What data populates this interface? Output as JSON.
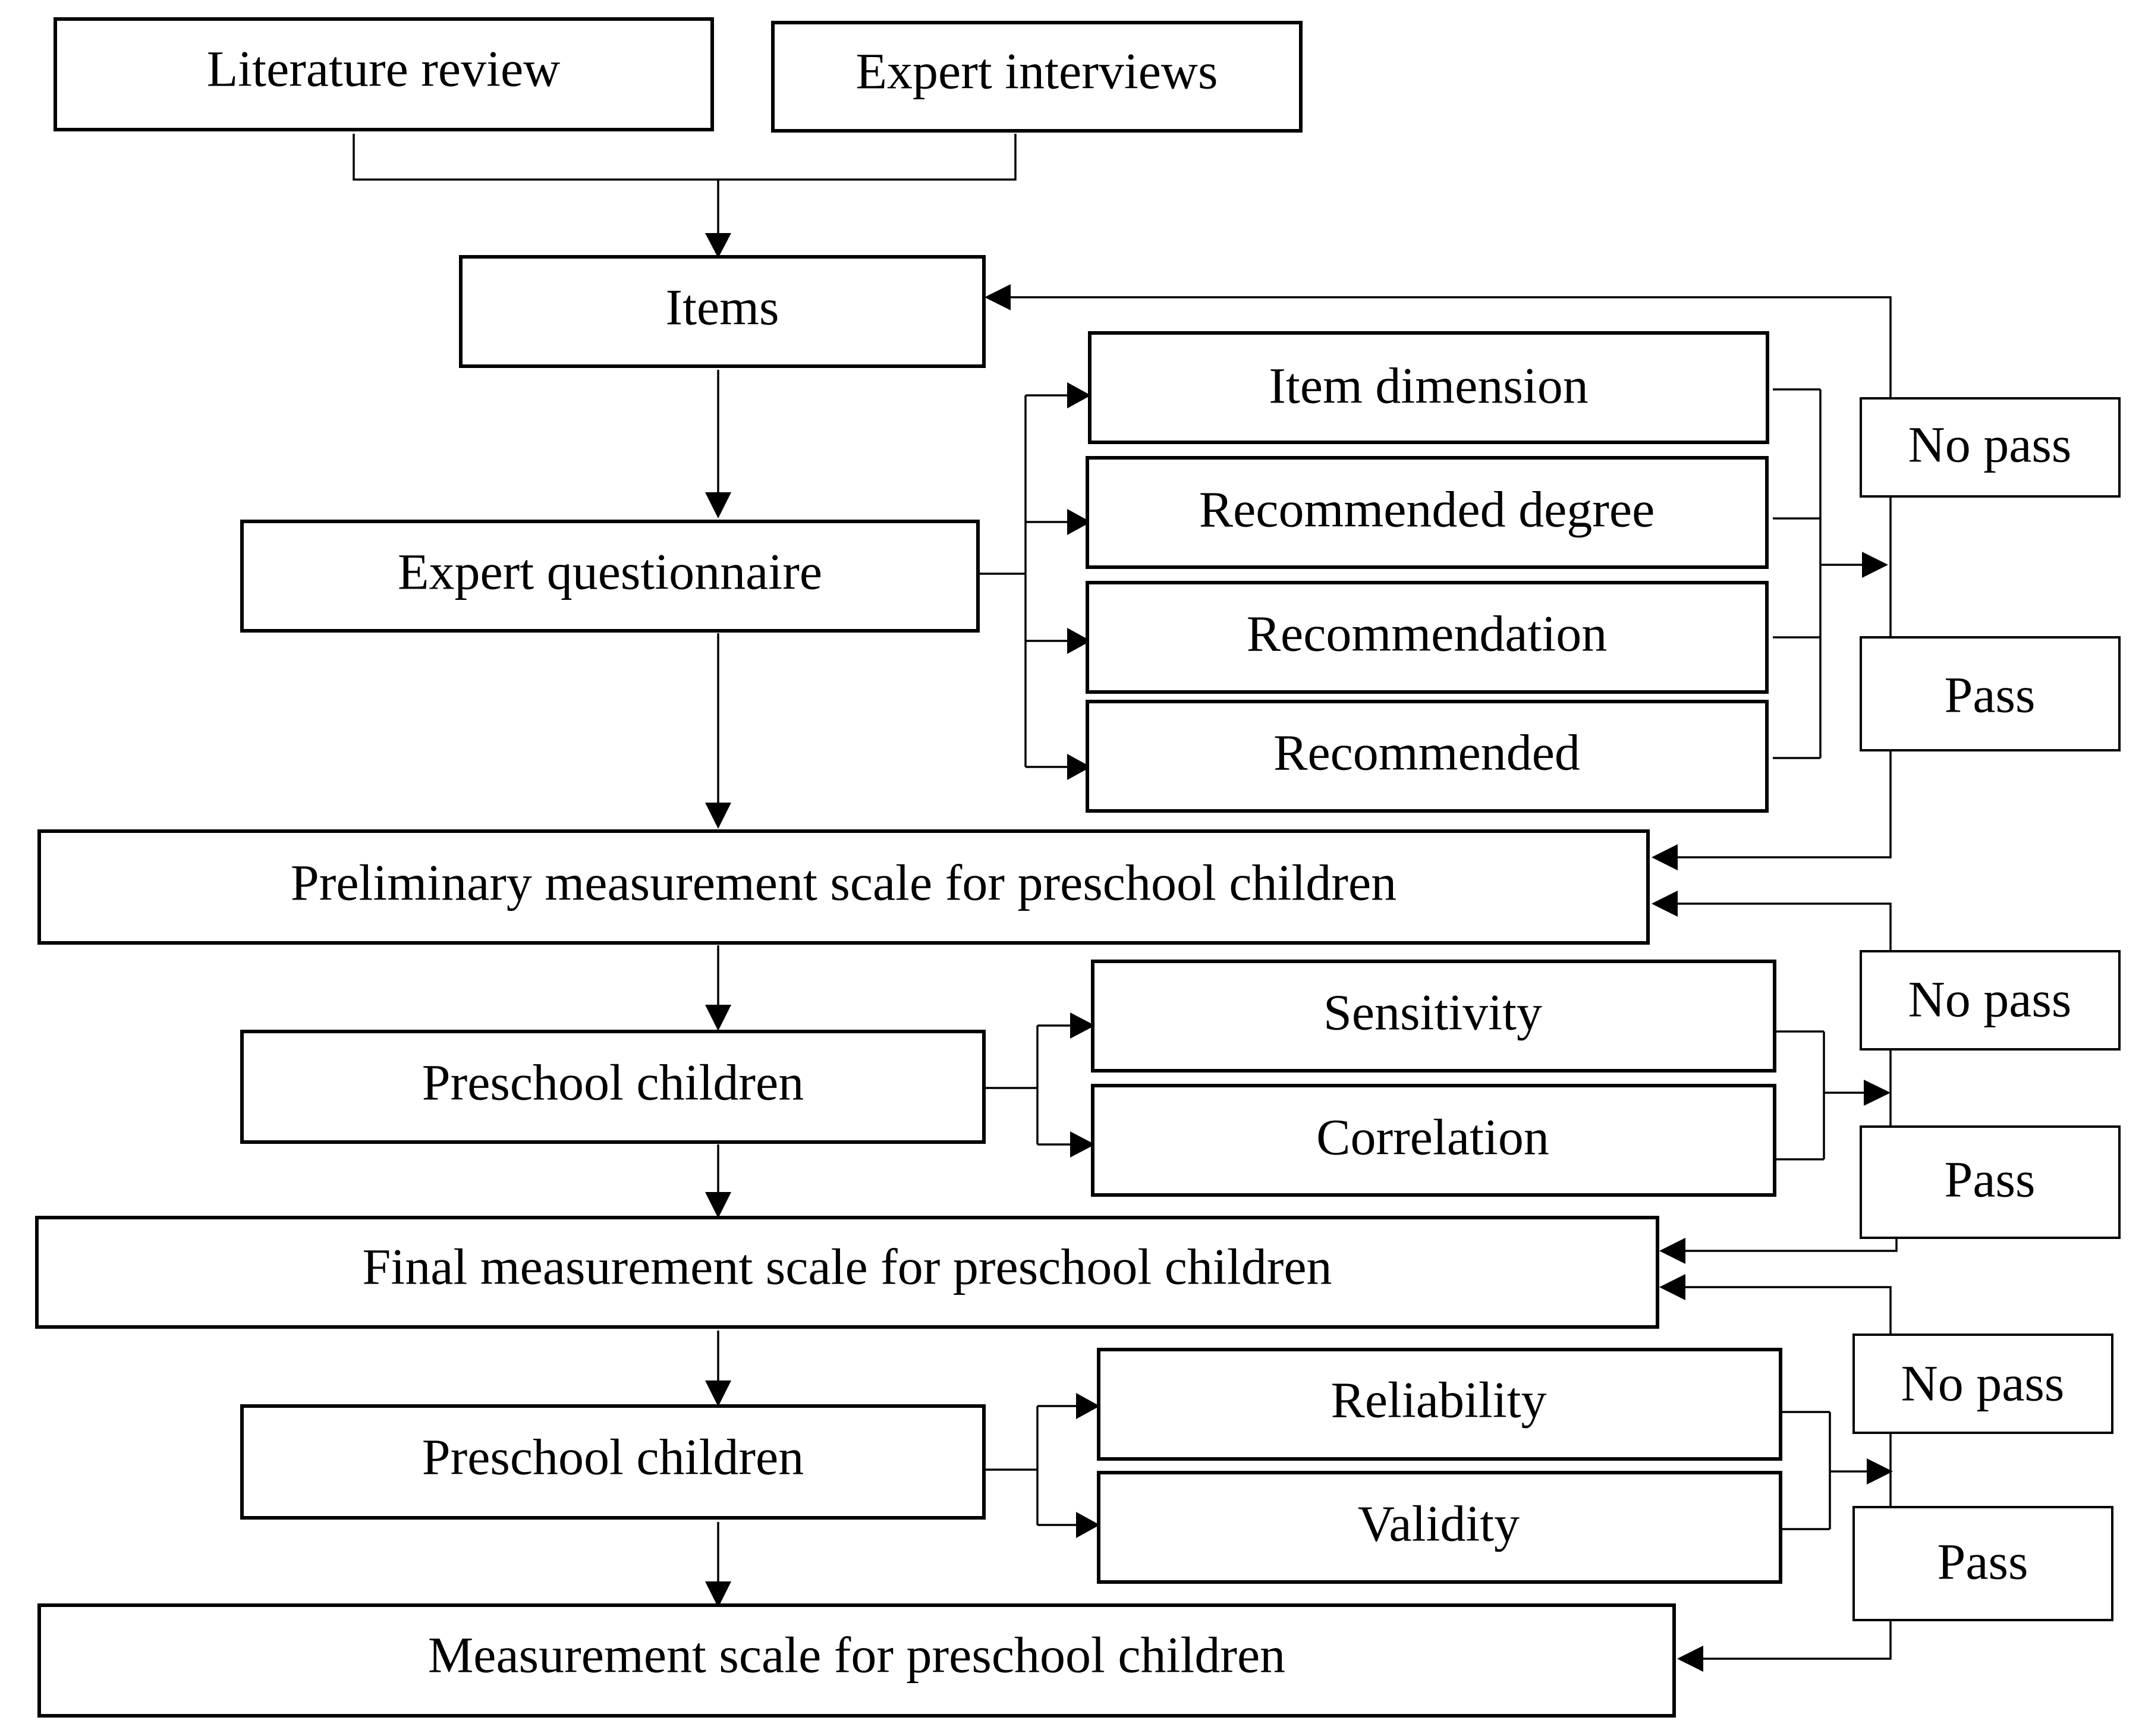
{
  "nodes": {
    "literature_review": "Literature review",
    "expert_interviews": "Expert interviews",
    "items": "Items",
    "expert_questionnaire": "Expert questionnaire",
    "item_dimension": "Item dimension",
    "recommended_degree": "Recommended degree",
    "recommendation": "Recommendation",
    "recommended": "Recommended",
    "preliminary_scale": "Preliminary measurement scale for preschool children",
    "preschool_children_1": "Preschool children",
    "sensitivity": "Sensitivity",
    "correlation": "Correlation",
    "final_scale": "Final measurement scale for preschool children",
    "preschool_children_2": "Preschool children",
    "reliability": "Reliability",
    "validity": "Validity",
    "measurement_scale": "Measurement scale for preschool children"
  },
  "decisions": {
    "stage1": {
      "no_pass": "No pass",
      "pass": "Pass"
    },
    "stage2": {
      "no_pass": "No pass",
      "pass": "Pass"
    },
    "stage3": {
      "no_pass": "No pass",
      "pass": "Pass"
    }
  },
  "colors": {
    "stroke": "#000000",
    "background": "#ffffff",
    "text": "#000000"
  }
}
